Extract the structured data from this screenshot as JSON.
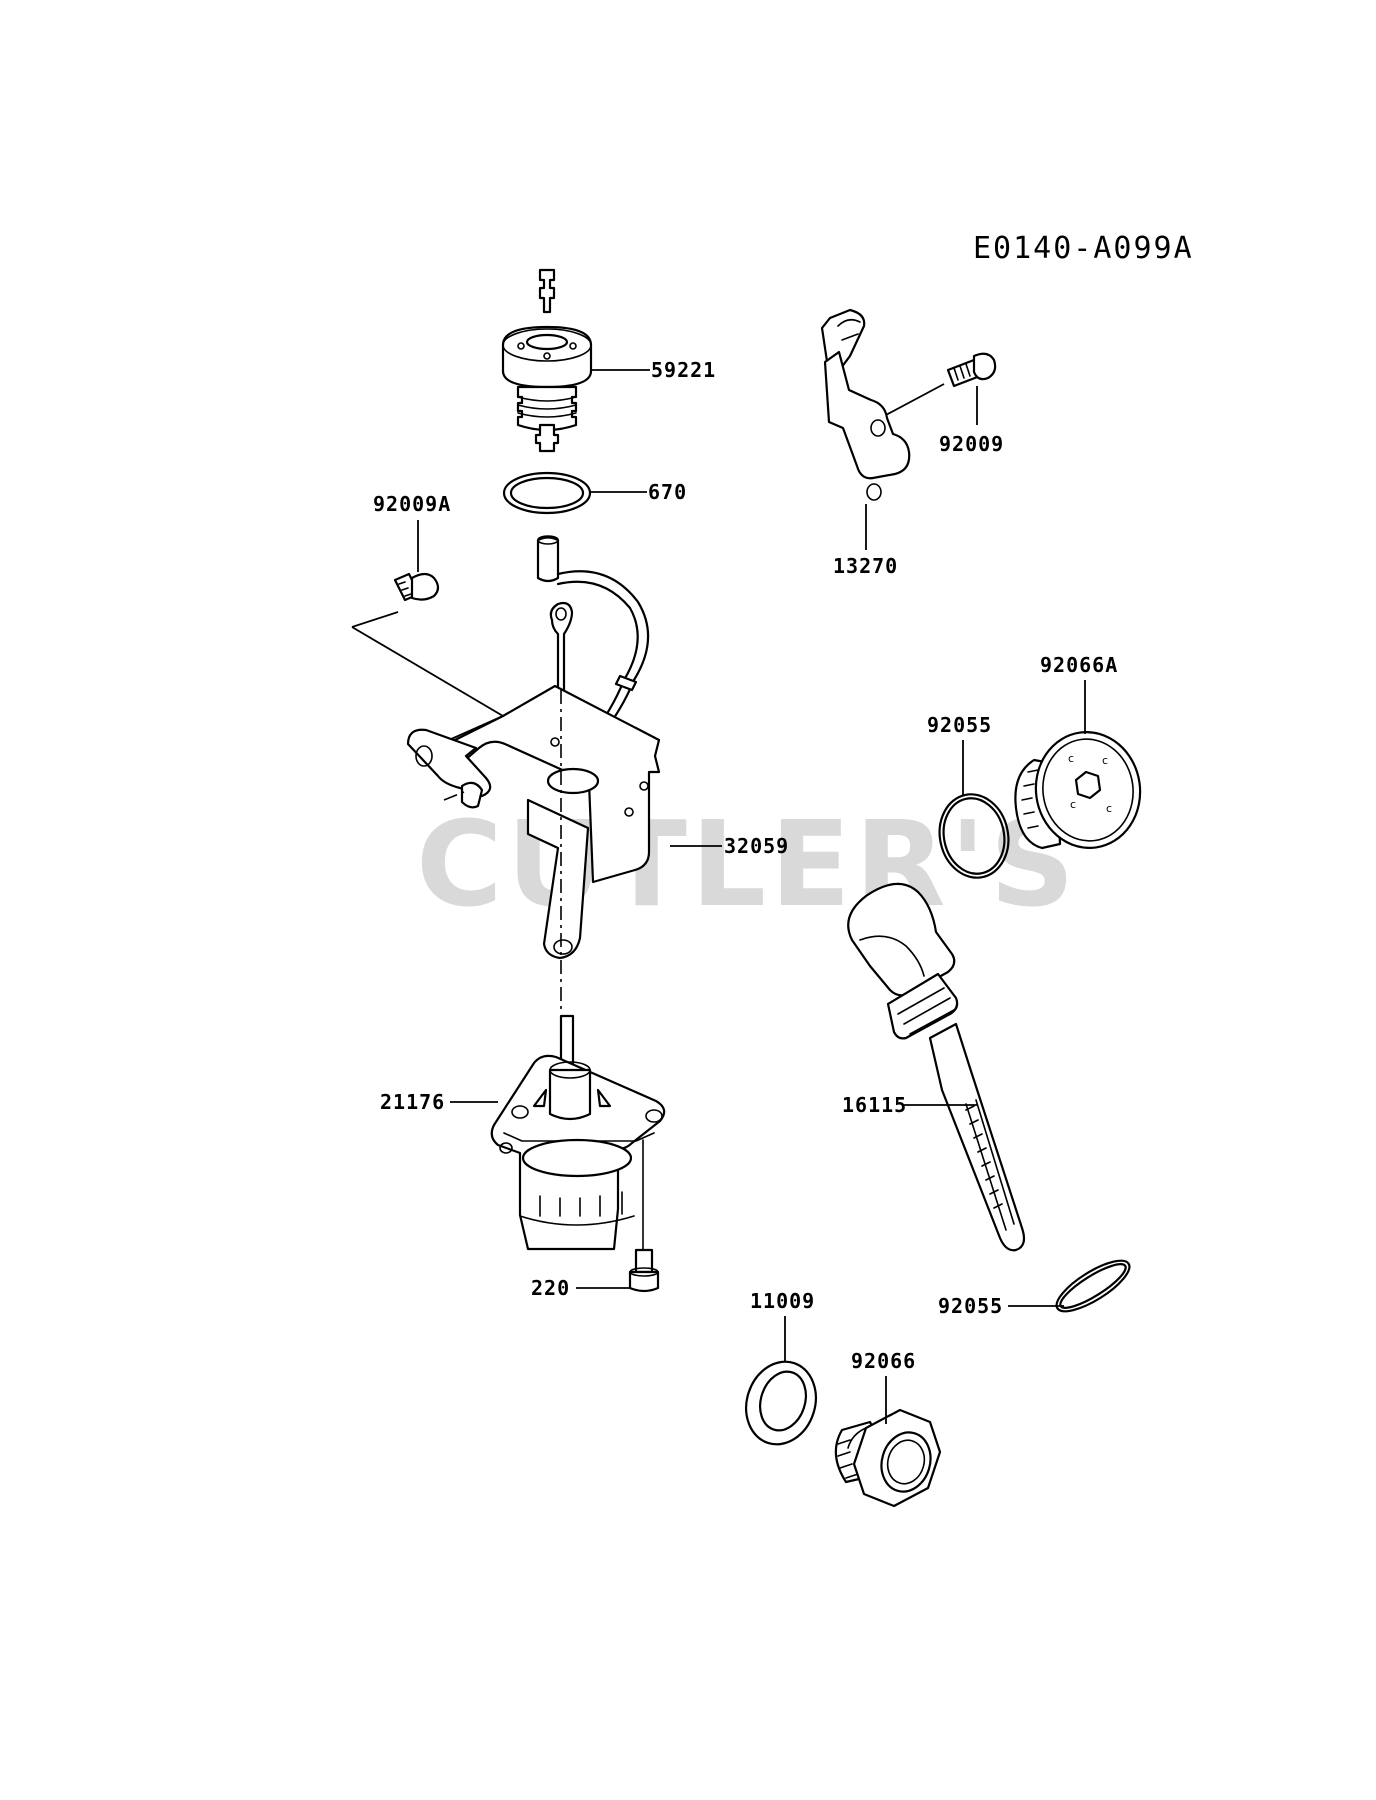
{
  "diagram_code": "E0140-A099A",
  "watermark": "CUTLER'S",
  "parts": {
    "p59221": "59221",
    "p670": "670",
    "p92009A": "92009A",
    "p92009": "92009",
    "p13270": "13270",
    "p92066A": "92066A",
    "p92055_top": "92055",
    "p32059": "32059",
    "p21176": "21176",
    "p16115": "16115",
    "p220": "220",
    "p11009": "11009",
    "p92055_bottom": "92055",
    "p92066": "92066"
  }
}
